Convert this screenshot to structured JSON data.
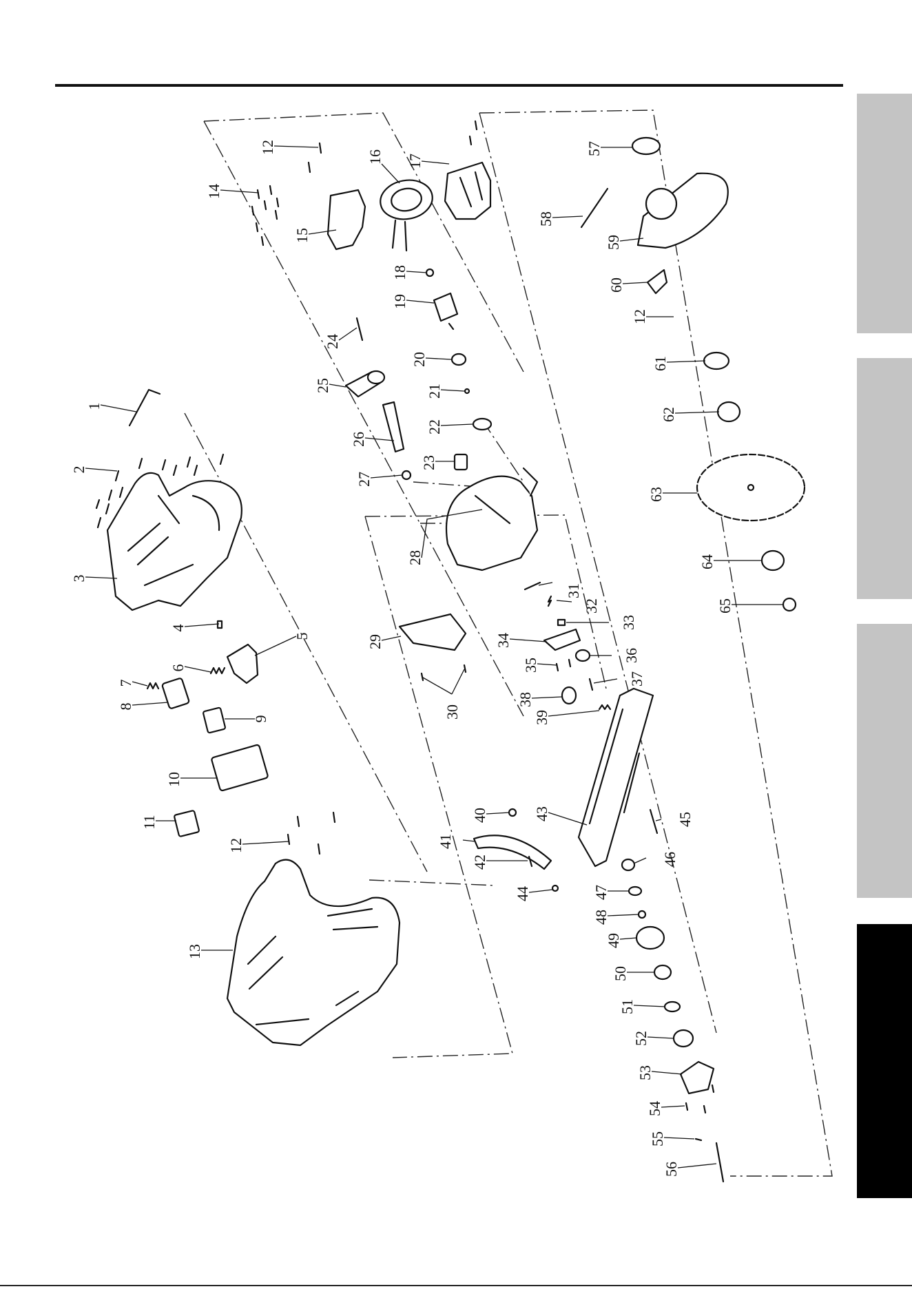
{
  "part_callouts": [
    "1",
    "2",
    "3",
    "4",
    "5",
    "6",
    "7",
    "8",
    "9",
    "10",
    "11",
    "12",
    "12",
    "12",
    "13",
    "14",
    "15",
    "16",
    "17",
    "18",
    "19",
    "20",
    "21",
    "22",
    "23",
    "24",
    "25",
    "26",
    "27",
    "28",
    "29",
    "30",
    "31",
    "32",
    "33",
    "34",
    "35",
    "36",
    "37",
    "38",
    "39",
    "40",
    "41",
    "42",
    "43",
    "44",
    "45",
    "46",
    "47",
    "48",
    "49",
    "50",
    "51",
    "52",
    "53",
    "54",
    "55",
    "56",
    "57",
    "58",
    "59",
    "60",
    "61",
    "62",
    "63",
    "64",
    "65"
  ],
  "side_tabs": [
    {
      "active": false
    },
    {
      "active": false
    },
    {
      "active": false
    },
    {
      "active": true
    }
  ],
  "colors": {
    "ink": "#111111",
    "tab_inactive": "#c4c4c4",
    "tab_active": "#000000"
  }
}
